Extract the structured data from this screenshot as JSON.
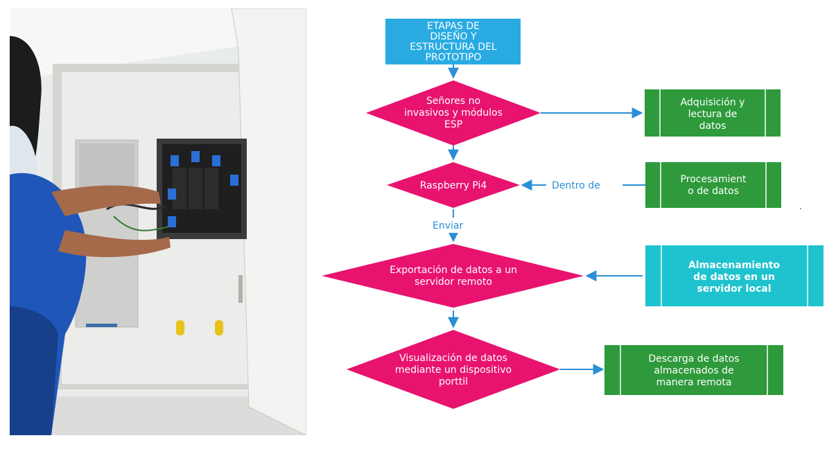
{
  "colors": {
    "start": "#29abe2",
    "decision": "#e8136f",
    "process_green": "#2e9a3c",
    "process_teal": "#1fc3cf",
    "arrow": "#2b8fd6"
  },
  "photo": {
    "description_icon": "electrical-panel-photo"
  },
  "flowchart": {
    "start": {
      "lines": [
        "ETAPAS DE",
        "DISEÑO Y",
        "ESTRUCTURA DEL",
        "PROTOTIPO"
      ]
    },
    "decision1": {
      "lines": [
        "Señores no",
        "invasivos y módulos",
        "ESP"
      ]
    },
    "process1": {
      "lines": [
        "Adquisición y",
        "lectura de",
        "datos"
      ]
    },
    "decision2": {
      "lines": [
        "Raspberry Pi4"
      ]
    },
    "process2": {
      "lines": [
        "Procesamient",
        "o de datos"
      ]
    },
    "edge_dentro": "Dentro de",
    "edge_enviar": "Enviar",
    "decision3": {
      "lines": [
        "Exportación de datos a un",
        "servidor remoto"
      ]
    },
    "process3": {
      "lines": [
        "Almacenamiento",
        "de datos en un",
        "servidor local"
      ]
    },
    "decision4": {
      "lines": [
        "Visualización de datos",
        "mediante un dispositivo",
        "porttil"
      ]
    },
    "process4": {
      "lines": [
        "Descarga de datos",
        "almacenados de",
        "manera remota"
      ]
    },
    "stray_mark": "."
  }
}
